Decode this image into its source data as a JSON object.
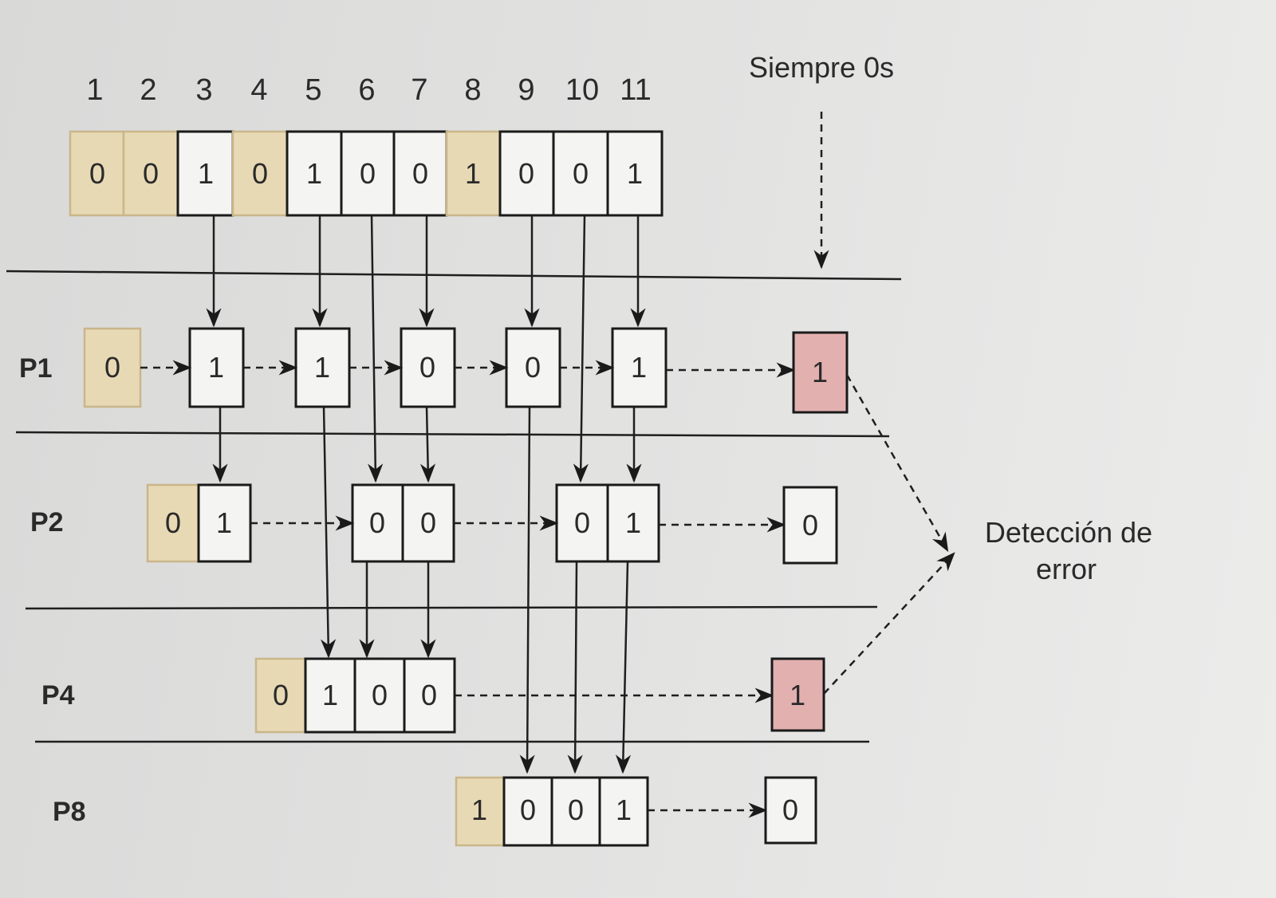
{
  "positions": [
    "1",
    "2",
    "3",
    "4",
    "5",
    "6",
    "7",
    "8",
    "9",
    "10",
    "11"
  ],
  "codeword": [
    {
      "bit": "0",
      "kind": "parity"
    },
    {
      "bit": "0",
      "kind": "parity"
    },
    {
      "bit": "1",
      "kind": "data"
    },
    {
      "bit": "0",
      "kind": "parity"
    },
    {
      "bit": "1",
      "kind": "data"
    },
    {
      "bit": "0",
      "kind": "data"
    },
    {
      "bit": "0",
      "kind": "data"
    },
    {
      "bit": "1",
      "kind": "parity"
    },
    {
      "bit": "0",
      "kind": "data"
    },
    {
      "bit": "0",
      "kind": "data"
    },
    {
      "bit": "1",
      "kind": "data"
    }
  ],
  "always_zero_label": "Siempre 0s",
  "rows": [
    {
      "label": "P1",
      "parity": "0",
      "chain": [
        "1",
        "1",
        "0",
        "0",
        "1"
      ],
      "result": "1",
      "result_status": "error"
    },
    {
      "label": "P2",
      "parity": "0",
      "chain": [
        "1",
        "0",
        "0",
        "0",
        "1"
      ],
      "result": "0",
      "result_status": "ok"
    },
    {
      "label": "P4",
      "parity": "0",
      "chain": [
        "1",
        "0",
        "0"
      ],
      "result": "1",
      "result_status": "error"
    },
    {
      "label": "P8",
      "parity": "1",
      "chain": [
        "0",
        "0",
        "1"
      ],
      "result": "0",
      "result_status": "ok"
    }
  ],
  "error_detection_label": [
    "Detección de",
    "error"
  ],
  "colors": {
    "parity": "#e8d9b5",
    "error": "#e3b0b0",
    "data": "#f4f4f3"
  }
}
